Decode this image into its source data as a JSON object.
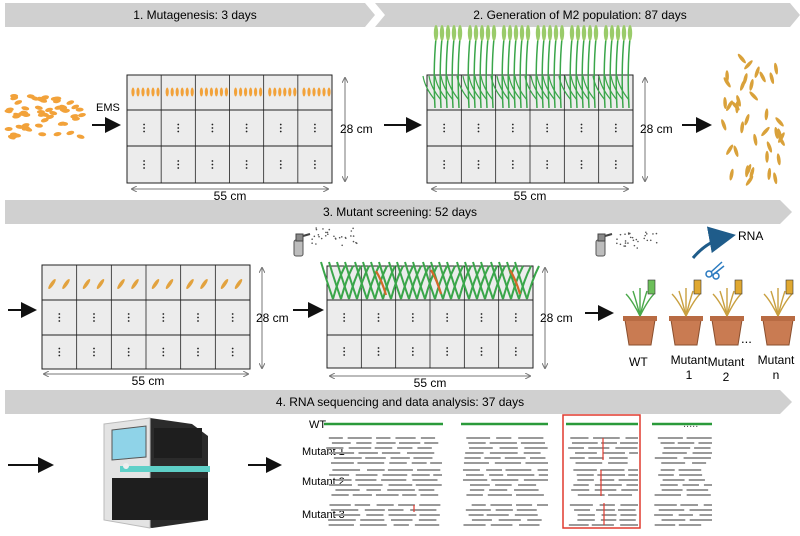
{
  "banners": {
    "step1": "1. Mutagenesis: 3 days",
    "step2": "2. Generation of M2 population: 87 days",
    "step3": "3. Mutant screening: 52 days",
    "step4": "4. RNA sequencing and data analysis: 37 days"
  },
  "labels": {
    "ems": "EMS",
    "width_55": "55  cm",
    "height_28": "28  cm",
    "rna": "RNA",
    "dots": "...",
    "ellipsis_row": "....."
  },
  "pots": [
    "WT",
    "Mutant 1",
    "Mutant 2",
    "Mutant n"
  ],
  "pot_lines": {
    "wt": "WT",
    "m1a": "Mutant",
    "m1b": "1",
    "m2a": "Mutant",
    "m2b": "2",
    "mna": "Mutant",
    "mnb": "n"
  },
  "reads": {
    "wt": "WT",
    "rows": [
      "Mutant 1",
      "Mutant 2",
      "Mutant 3"
    ]
  },
  "colors": {
    "banner": "#d0d0d0",
    "tray_fill": "#e6e6e6",
    "seed": "#f2a23a",
    "leaf": "#3aa64a",
    "wt_line": "#2a9a3a",
    "read": "#9a9a9a",
    "highlight": "#e03a2f",
    "pot": "#c97b52",
    "rna_arrow": "#1f5c8a",
    "sequencer_screen": "#8fd3e8"
  }
}
